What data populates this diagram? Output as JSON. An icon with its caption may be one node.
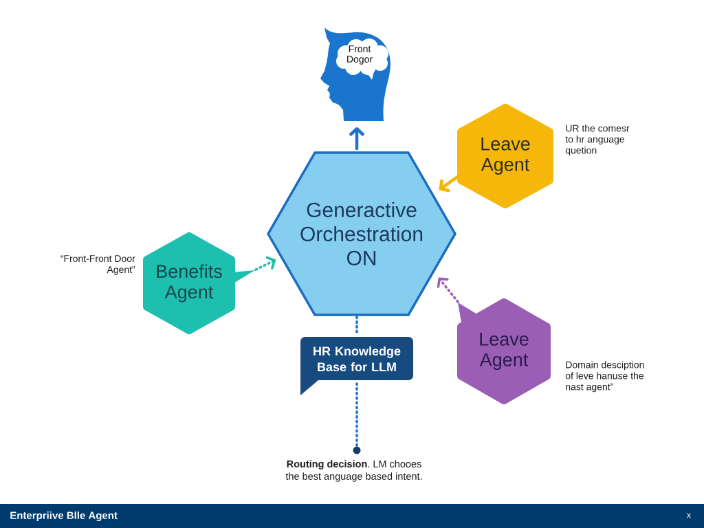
{
  "diagram": {
    "nodes": [
      {
        "text": [
          "Front Dogor"
        ]
      },
      {
        "text": [
          "Leave Agent"
        ],
        "beside": [
          "UR the comesr to hr anguage quetion"
        ]
      },
      {
        "text": [
          "Generactive Orchestration ON"
        ]
      },
      {
        "text": [
          "Benefits Agent"
        ],
        "beside": [
          "“Front-Front Door Agent”"
        ]
      },
      {
        "text": [
          "Leave Agent"
        ],
        "beside": [
          "Domain desciption of leve hanuse the nast agent”"
        ]
      },
      {
        "text": [
          "HR Knowledge Base for LLM"
        ]
      },
      {
        "text": [],
        "shape": "circle",
        "beside": [
          "**Routing decision**. LM chooes the best anguage based intent."
        ]
      },
      {
        "text": [
          "Enterpriive Blle Agent",
          "x"
        ]
      }
    ],
    "edges": [
      {
        "from": 2,
        "to": 0,
        "arrow": "to"
      },
      {
        "from": 1,
        "to": 2,
        "arrow": "to",
        "color": "#f5b400"
      },
      {
        "from": 3,
        "to": 2,
        "arrow": "to",
        "style": "dashed",
        "color": "#1fbfae"
      },
      {
        "from": 4,
        "to": 2,
        "arrow": "to",
        "style": "dashed",
        "color": "#9b5fb5"
      },
      {
        "from": 2,
        "to": 5,
        "arrow": "none",
        "style": "dashed"
      },
      {
        "from": 5,
        "to": 6,
        "arrow": "none",
        "style": "dashed"
      }
    ]
  }
}
